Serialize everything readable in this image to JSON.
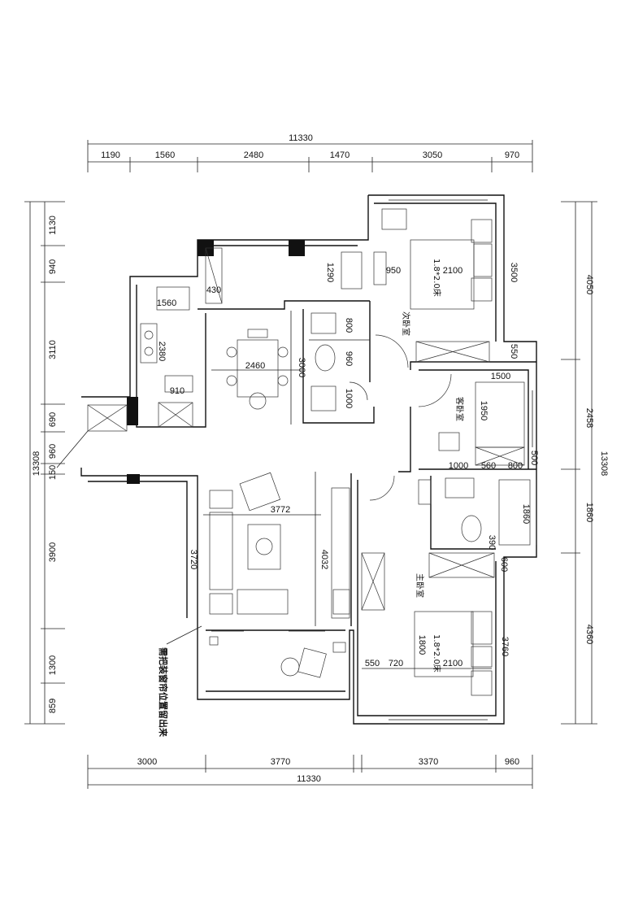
{
  "dims_top": {
    "total": "11330",
    "segments": [
      "1190",
      "1560",
      "2480",
      "1470",
      "3050",
      "970"
    ]
  },
  "dims_bottom": {
    "total": "11330",
    "segments": [
      "3000",
      "3770",
      "3370",
      "960"
    ]
  },
  "dims_left": {
    "total": "13308",
    "segments": [
      "1130",
      "940",
      "3110",
      "690",
      "960",
      "150",
      "3900",
      "1300",
      "859"
    ]
  },
  "dims_right": {
    "total": "13308",
    "segments": [
      "4050",
      "2458",
      "1860",
      "4360"
    ]
  },
  "interior_dims": {
    "d430": "430",
    "d1560": "1560",
    "d2380": "2380",
    "d910": "910",
    "d1290": "1290",
    "d800": "800",
    "d960": "960",
    "d1000": "1000",
    "d3000": "3000",
    "d2460": "2460",
    "d950": "950",
    "d2100a": "2100",
    "d3500": "3500",
    "d550a": "550",
    "d1500": "1500",
    "d1950": "1950",
    "d500": "500",
    "d1000b": "1000",
    "d560": "560",
    "d800b": "800",
    "d1860": "1860",
    "d390": "390",
    "d600": "600",
    "d3772": "3772",
    "d3720": "3720",
    "d4032": "4032",
    "d1800": "1800",
    "d2100b": "2100",
    "d550b": "550",
    "d720": "720",
    "d3760": "3760"
  },
  "rooms": {
    "second_bedroom": "次卧室",
    "bed_1": "1.8*2.0床",
    "guest_bedroom": "客卧室",
    "master_bedroom": "主卧室",
    "bed_2": "1.8*2.0床"
  },
  "note": "需把装窗帘位置留出来"
}
